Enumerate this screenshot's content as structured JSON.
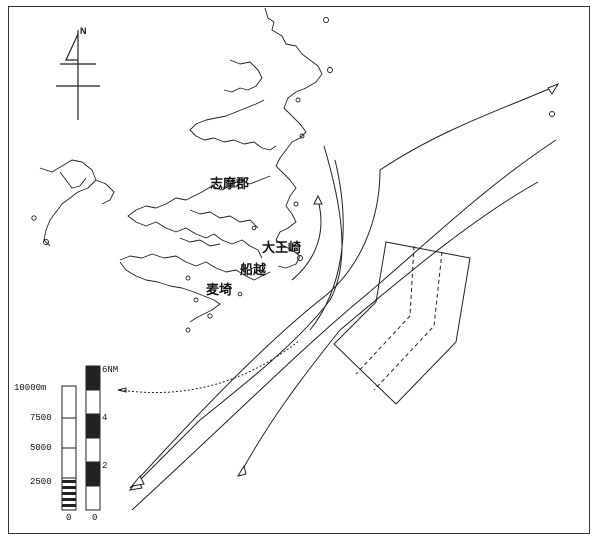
{
  "compass": {
    "north_label": "N"
  },
  "places": {
    "shima_gun": "志摩郡",
    "daiozaki": "大王崎",
    "funakoshi": "船越",
    "mugisaki": "麦埼"
  },
  "scale_bar_m": {
    "unit_label": "10000m",
    "ticks": [
      "7500",
      "5000",
      "2500",
      "0"
    ]
  },
  "scale_bar_nm": {
    "unit_label": "6NM",
    "ticks": [
      "4",
      "2",
      "0"
    ]
  },
  "colors": {
    "ink": "#222222",
    "background": "#ffffff"
  }
}
